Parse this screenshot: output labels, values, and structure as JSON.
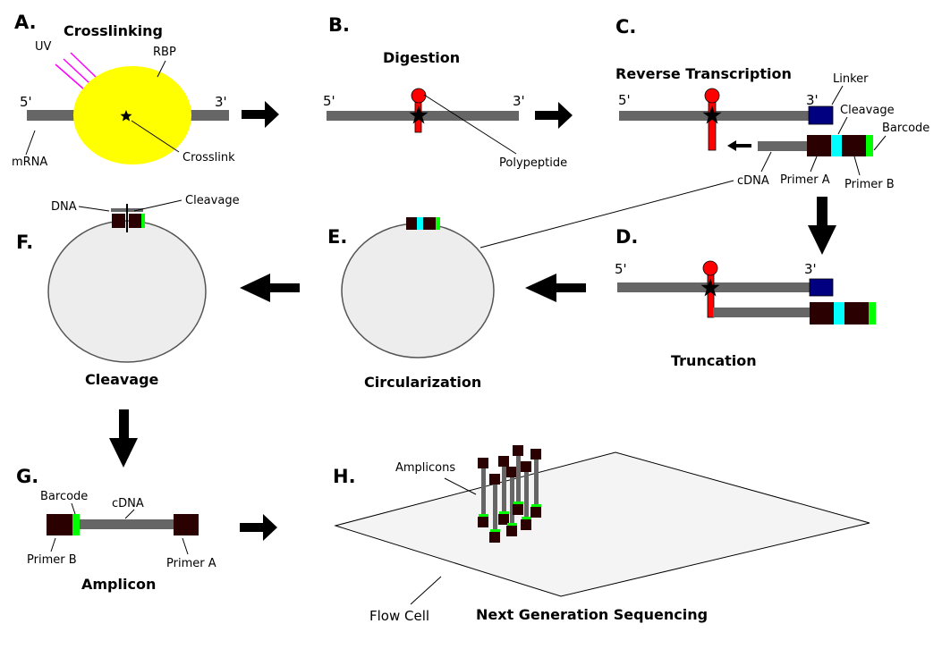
{
  "panels": {
    "a": "A.",
    "b": "B.",
    "c": "C.",
    "d": "D.",
    "e": "E.",
    "f": "F.",
    "g": "G.",
    "h": "H."
  },
  "steps": {
    "crosslinking": "Crosslinking",
    "digestion": "Digestion",
    "reverse_transcription": "Reverse Transcription",
    "truncation": "Truncation",
    "circularization": "Circularization",
    "cleavage": "Cleavage",
    "amplicon": "Amplicon",
    "ngs": "Next Generation Sequencing"
  },
  "ends": {
    "five": "5'",
    "three": "3'"
  },
  "labels": {
    "uv": "UV",
    "rbp": "RBP",
    "mrna": "mRNA",
    "crosslink": "Crosslink",
    "polypeptide": "Polypeptide",
    "linker": "Linker",
    "cleavage": "Cleavage",
    "barcode": "Barcode",
    "cdna": "cDNA",
    "primer_a": "Primer A",
    "primer_b": "Primer B",
    "dna": "DNA",
    "amplicons": "Amplicons",
    "flow_cell": "Flow Cell"
  },
  "colors": {
    "strand": "#666666",
    "rbp": "#ffff00",
    "uv": "#ff00ff",
    "polypeptide": "#ff0000",
    "linker": "#000080",
    "primer": "#2b0000",
    "cleavage_site": "#00ffff",
    "barcode": "#00ff00",
    "circle_fill": "#ededed",
    "flow_cell_fill": "#f4f4f4"
  }
}
